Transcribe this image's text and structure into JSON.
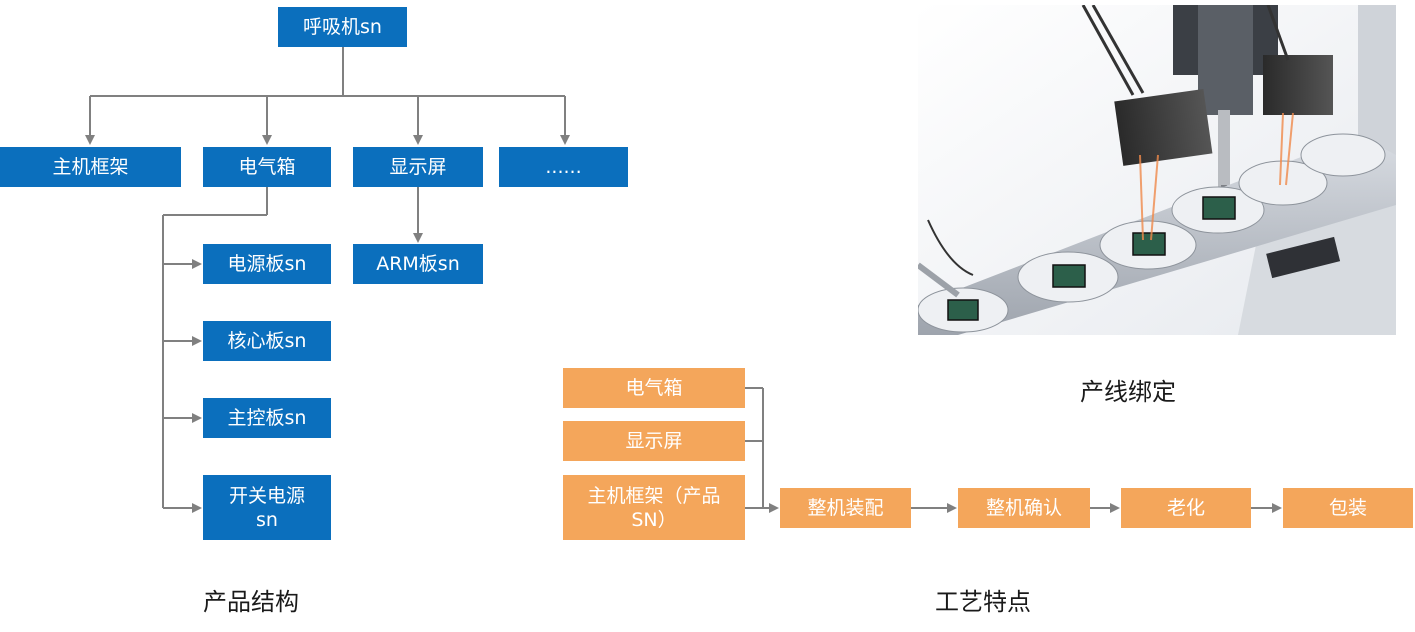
{
  "product_structure": {
    "root": "呼吸机sn",
    "level1": [
      "主机框架",
      "电气箱",
      "显示屏",
      "......"
    ],
    "electrical_children": [
      "电源板sn",
      "核心板sn",
      "主控板sn",
      "开关电源sn"
    ],
    "display_children": [
      "ARM板sn"
    ],
    "caption": "产品结构"
  },
  "process": {
    "inputs": [
      "电气箱",
      "显示屏",
      "主机框架（产品SN）"
    ],
    "steps": [
      "整机装配",
      "整机确认",
      "老化",
      "包装"
    ],
    "caption": "工艺特点"
  },
  "photo": {
    "caption": "产线绑定",
    "icon": "production-line-photo"
  },
  "colors": {
    "blue": "#0b6fbd",
    "orange": "#f4a65b",
    "connector": "#808080"
  }
}
